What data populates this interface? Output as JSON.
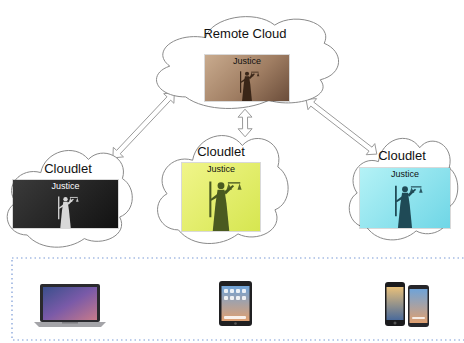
{
  "diagram": {
    "nodes": [
      {
        "text": [
          "Remote Cloud"
        ]
      },
      {
        "text": [
          "Justice"
        ],
        "in": 0
      },
      {
        "text": [
          "Cloudlet"
        ]
      },
      {
        "text": [
          "Justice"
        ],
        "in": 2
      },
      {
        "text": [
          "Cloudlet"
        ]
      },
      {
        "text": [
          "Justice"
        ],
        "in": 4
      },
      {
        "text": [
          "Cloudlet"
        ]
      },
      {
        "text": [
          "Justice"
        ],
        "in": 6
      }
    ],
    "edges": [
      {
        "from": 0,
        "to": 2,
        "arrow": "both"
      },
      {
        "from": 0,
        "to": 4,
        "arrow": "both"
      },
      {
        "from": 0,
        "to": 6,
        "arrow": "both"
      }
    ]
  }
}
